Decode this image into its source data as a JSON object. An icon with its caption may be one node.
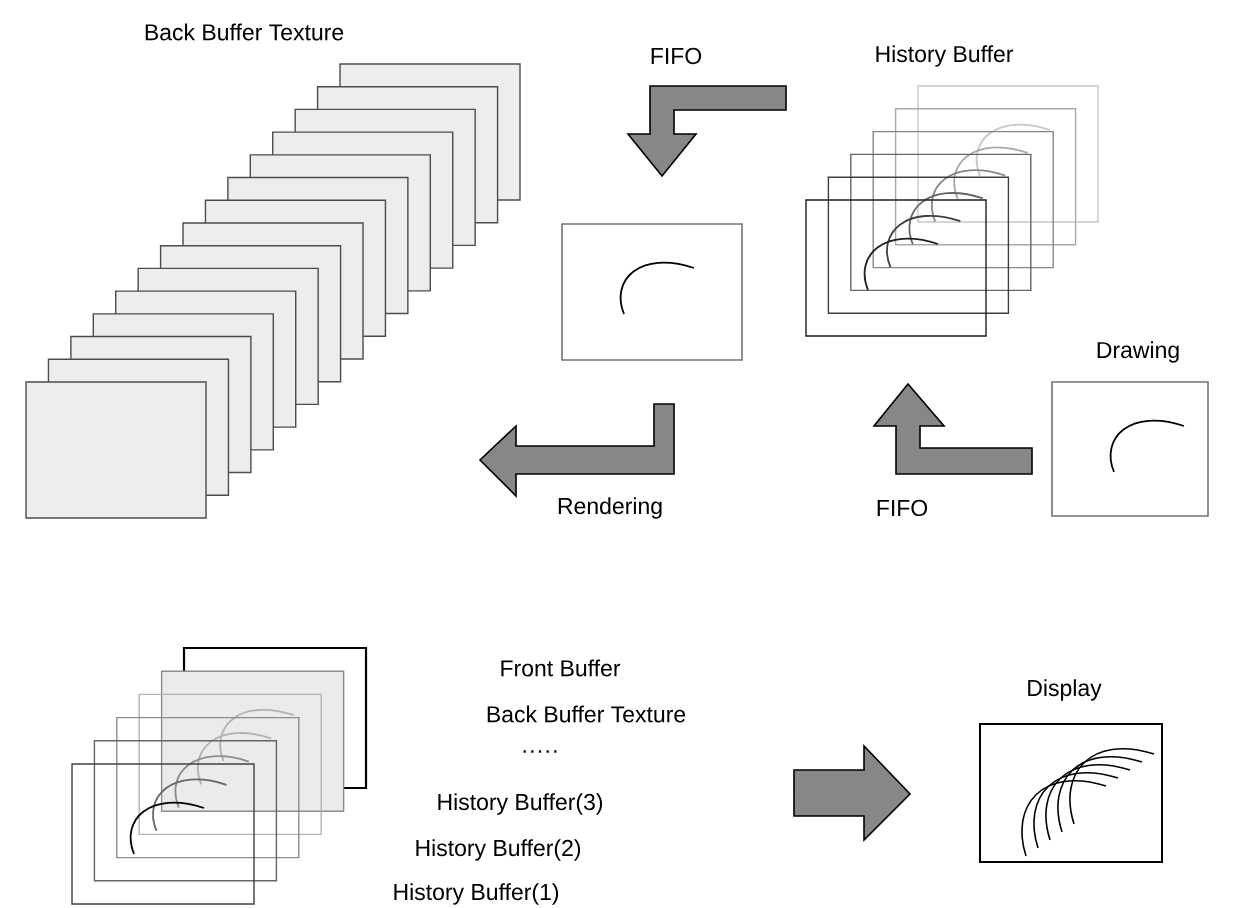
{
  "diagram": {
    "nodes": [
      {
        "text": [
          "Back Buffer Texture"
        ]
      },
      {
        "text": [],
        "shape": "box"
      },
      {
        "text": [
          "History Buffer"
        ]
      },
      {
        "text": [
          "Drawing"
        ]
      },
      {
        "text": [],
        "shape": "picture",
        "beside": [
          "Front Buffer",
          "Back Buffer Texture",
          "·····",
          "History Buffer(3)",
          "History Buffer(2)",
          "History Buffer(1)"
        ]
      },
      {
        "text": [
          "Display"
        ]
      }
    ],
    "edges": [
      {
        "from": 2,
        "to": 1,
        "arrow": "to",
        "label": "FIFO"
      },
      {
        "from": 1,
        "to": 0,
        "arrow": "to",
        "label": "Rendering"
      },
      {
        "from": 3,
        "to": 2,
        "arrow": "to",
        "label": "FIFO"
      },
      {
        "from": 4,
        "to": 5,
        "arrow": "to"
      }
    ]
  }
}
